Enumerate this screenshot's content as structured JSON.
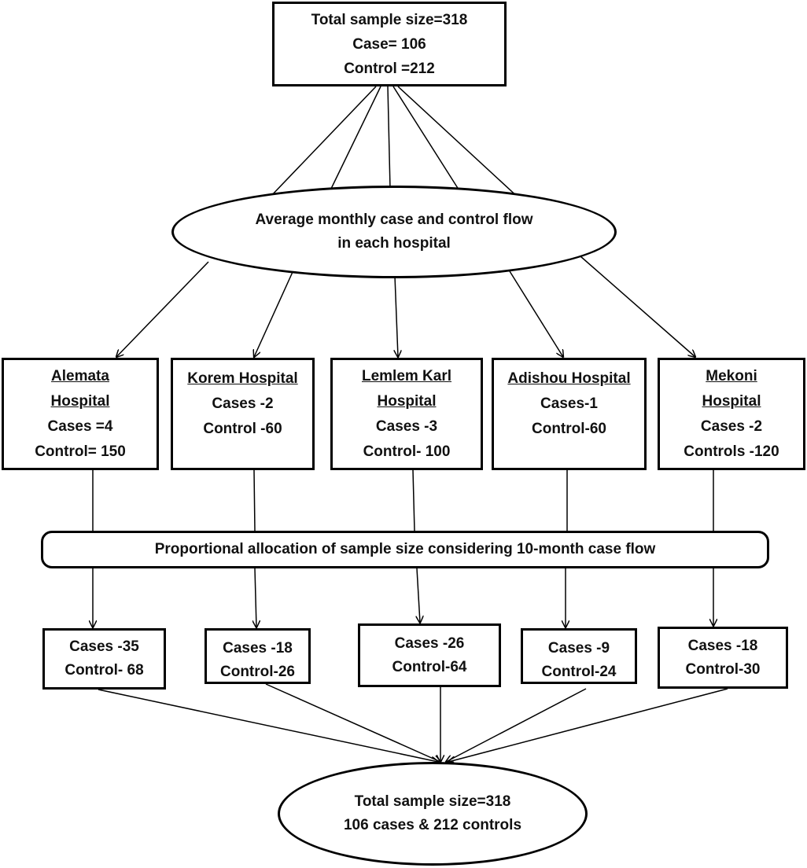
{
  "top_box": {
    "line1": "Total sample size=318",
    "line2": "Case= 106",
    "line3": "Control =212"
  },
  "flow_ellipse": {
    "line1": "Average monthly case and control flow",
    "line2": "in each hospital"
  },
  "hospitals": [
    {
      "name_line1": "Alemata",
      "name_line2": "Hospital",
      "cases": "Cases =4",
      "controls": "Control= 150"
    },
    {
      "name_line1": "Korem Hospital",
      "name_line2": "",
      "cases": "Cases -2",
      "controls": "Control -60"
    },
    {
      "name_line1": "Lemlem Karl",
      "name_line2": "Hospital",
      "cases": "Cases -3",
      "controls": "Control- 100"
    },
    {
      "name_line1": "Adishou Hospital",
      "name_line2": "",
      "cases": "Cases-1",
      "controls": "Control-60"
    },
    {
      "name_line1": "Mekoni",
      "name_line2": "Hospital",
      "cases": "Cases -2",
      "controls": "Controls -120"
    }
  ],
  "allocation_bar": {
    "label": "Proportional allocation of sample size considering 10-month case flow"
  },
  "allocations": [
    {
      "cases": "Cases -35",
      "controls": "Control- 68"
    },
    {
      "cases": "Cases -18",
      "controls": "Control-26"
    },
    {
      "cases": "Cases -26",
      "controls": "Control-64"
    },
    {
      "cases": "Cases -9",
      "controls": "Control-24"
    },
    {
      "cases": "Cases -18",
      "controls": "Control-30"
    }
  ],
  "bottom_ellipse": {
    "line1": "Total sample size=318",
    "line2": "106 cases & 212 controls"
  }
}
